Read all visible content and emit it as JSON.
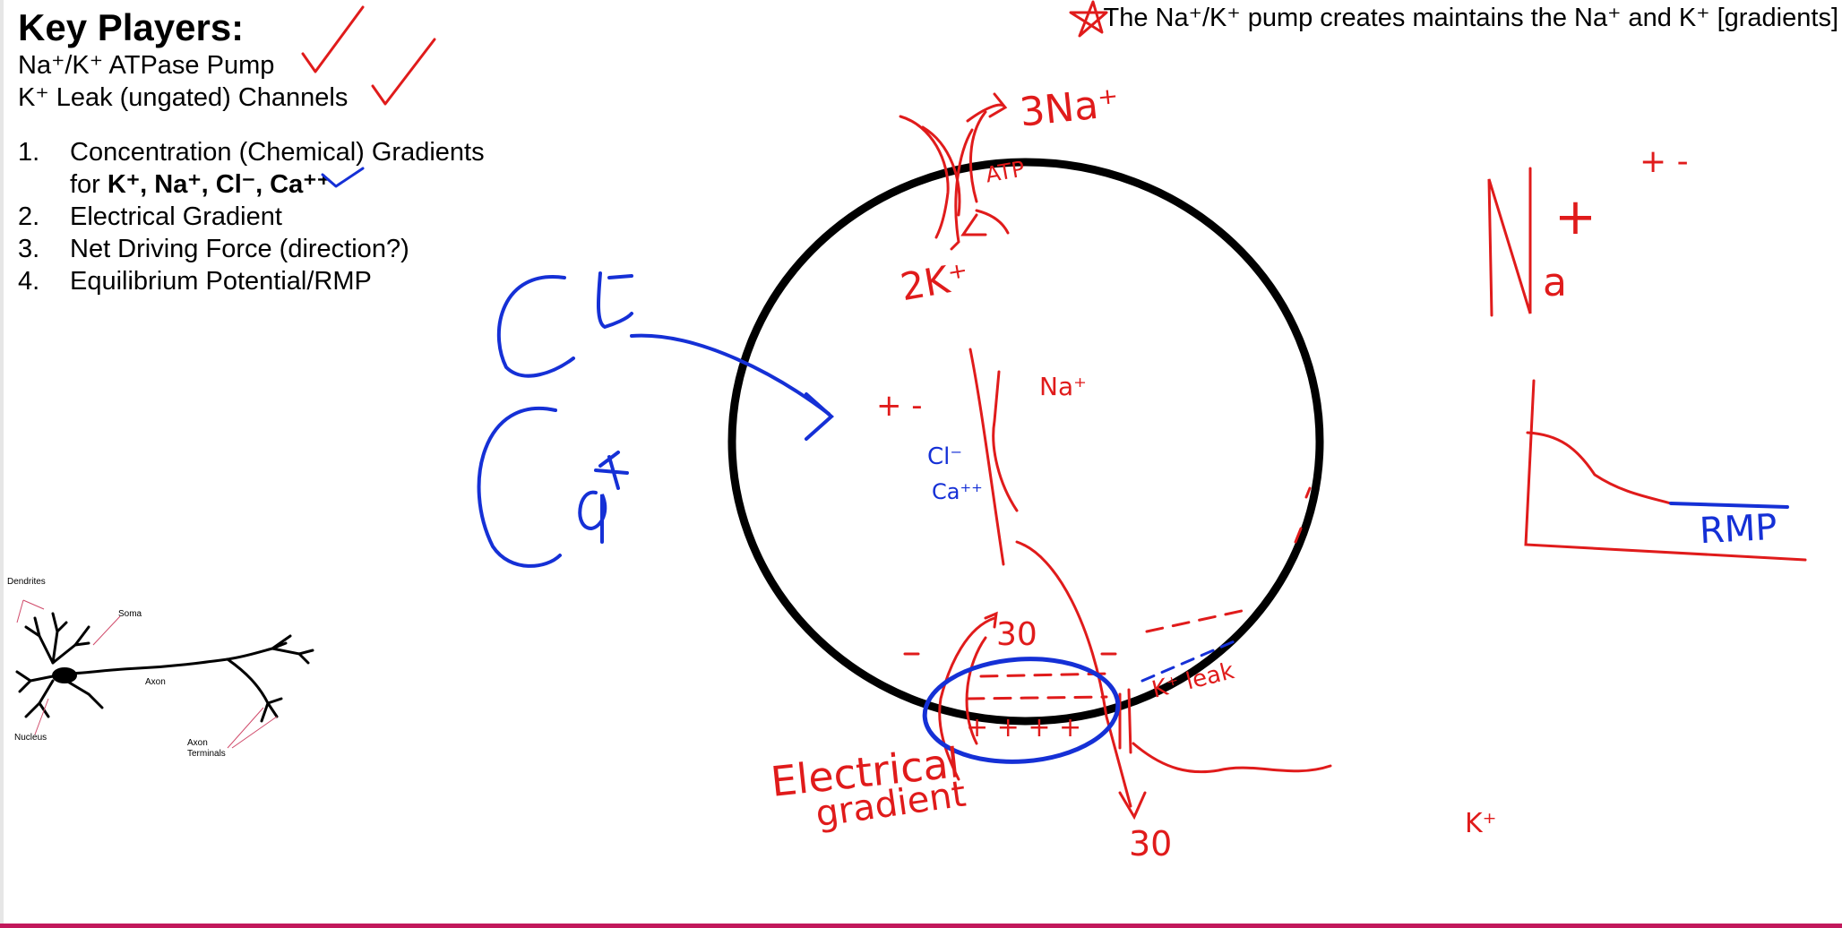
{
  "slide": {
    "title": "Key Players:",
    "key_players": [
      "Na⁺/K⁺ ATPase Pump",
      "K⁺  Leak (ungated) Channels"
    ],
    "list": [
      {
        "num": "1.",
        "text": "Concentration (Chemical) Gradients",
        "line2_prefix": "for ",
        "line2_bold": "K⁺, Na⁺, Cl⁻, Ca⁺⁺"
      },
      {
        "num": "2.",
        "text": "Electrical Gradient"
      },
      {
        "num": "3.",
        "text": "Net Driving Force (direction?)"
      },
      {
        "num": "4.",
        "text": "Equilibrium Potential/RMP"
      }
    ],
    "note": "The Na⁺/K⁺ pump creates maintains the Na⁺ and K⁺ [gradients]"
  },
  "neuron_labels": {
    "dendrites": "Dendrites",
    "soma": "Soma",
    "axon": "Axon",
    "nucleus": "Nucleus",
    "axon_terminals_1": "Axon",
    "axon_terminals_2": "Terminals"
  },
  "annotations": {
    "cl": "Cl⁻",
    "ca": "Ca⁺⁺",
    "three_na": "3Na⁺",
    "two_k": "2K⁺",
    "atp": "ATP",
    "na_inside": "Na⁺",
    "cl_inside": "Cl⁻",
    "ca_inside": "Ca⁺⁺",
    "plus_minus_1": "+ -",
    "plus_minus_2": "+ -",
    "big_na_n": "N",
    "big_na_a": "a",
    "big_na_plus": "+",
    "rmp": "RMP",
    "thirty_top": "30",
    "thirty_bottom": "30",
    "k_leak": "K⁺ leak",
    "electrical_1": "Electrical",
    "electrical_2": "gradient",
    "k_bottom": "K⁺",
    "plus_row": "+ + + +",
    "minus_row": "- - - -"
  },
  "colors": {
    "red_ink": "#e01b1b",
    "blue_ink": "#1530d6",
    "membrane": "#000000",
    "bottom_bar": "#c2185b"
  }
}
